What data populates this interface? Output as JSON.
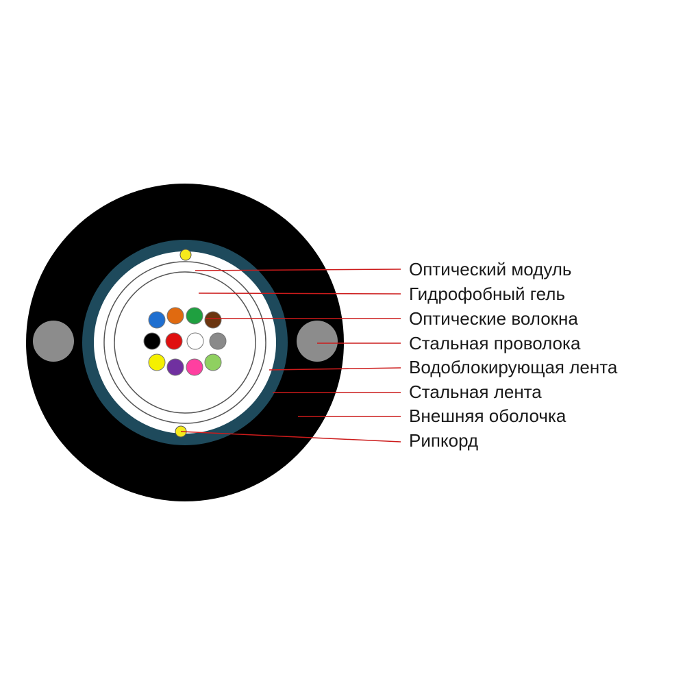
{
  "labels": [
    "Оптический модуль",
    "Гидрофобный гель",
    "Оптические волокна",
    "Стальная проволока",
    "Водоблокирующая лента",
    "Стальная лента",
    "Внешняя оболочка",
    "Рипкорд"
  ],
  "colors": {
    "outer_sheath": "#000000",
    "steel_tape": "#1e4a5c",
    "steel_wire": "#8c8c8c",
    "leader_line": "#cc1b1b",
    "ripcord": "#f5ea1c"
  },
  "fibers": [
    {
      "color": "#1f6fd0"
    },
    {
      "color": "#e06a10"
    },
    {
      "color": "#1fa040"
    },
    {
      "color": "#6b3510"
    },
    {
      "color": "#000000"
    },
    {
      "color": "#e01010"
    },
    {
      "color": "#ffffff"
    },
    {
      "color": "#8a8a8a"
    },
    {
      "color": "#f5f000"
    },
    {
      "color": "#7030a0"
    },
    {
      "color": "#ff3fa0"
    },
    {
      "color": "#8fd060"
    }
  ]
}
